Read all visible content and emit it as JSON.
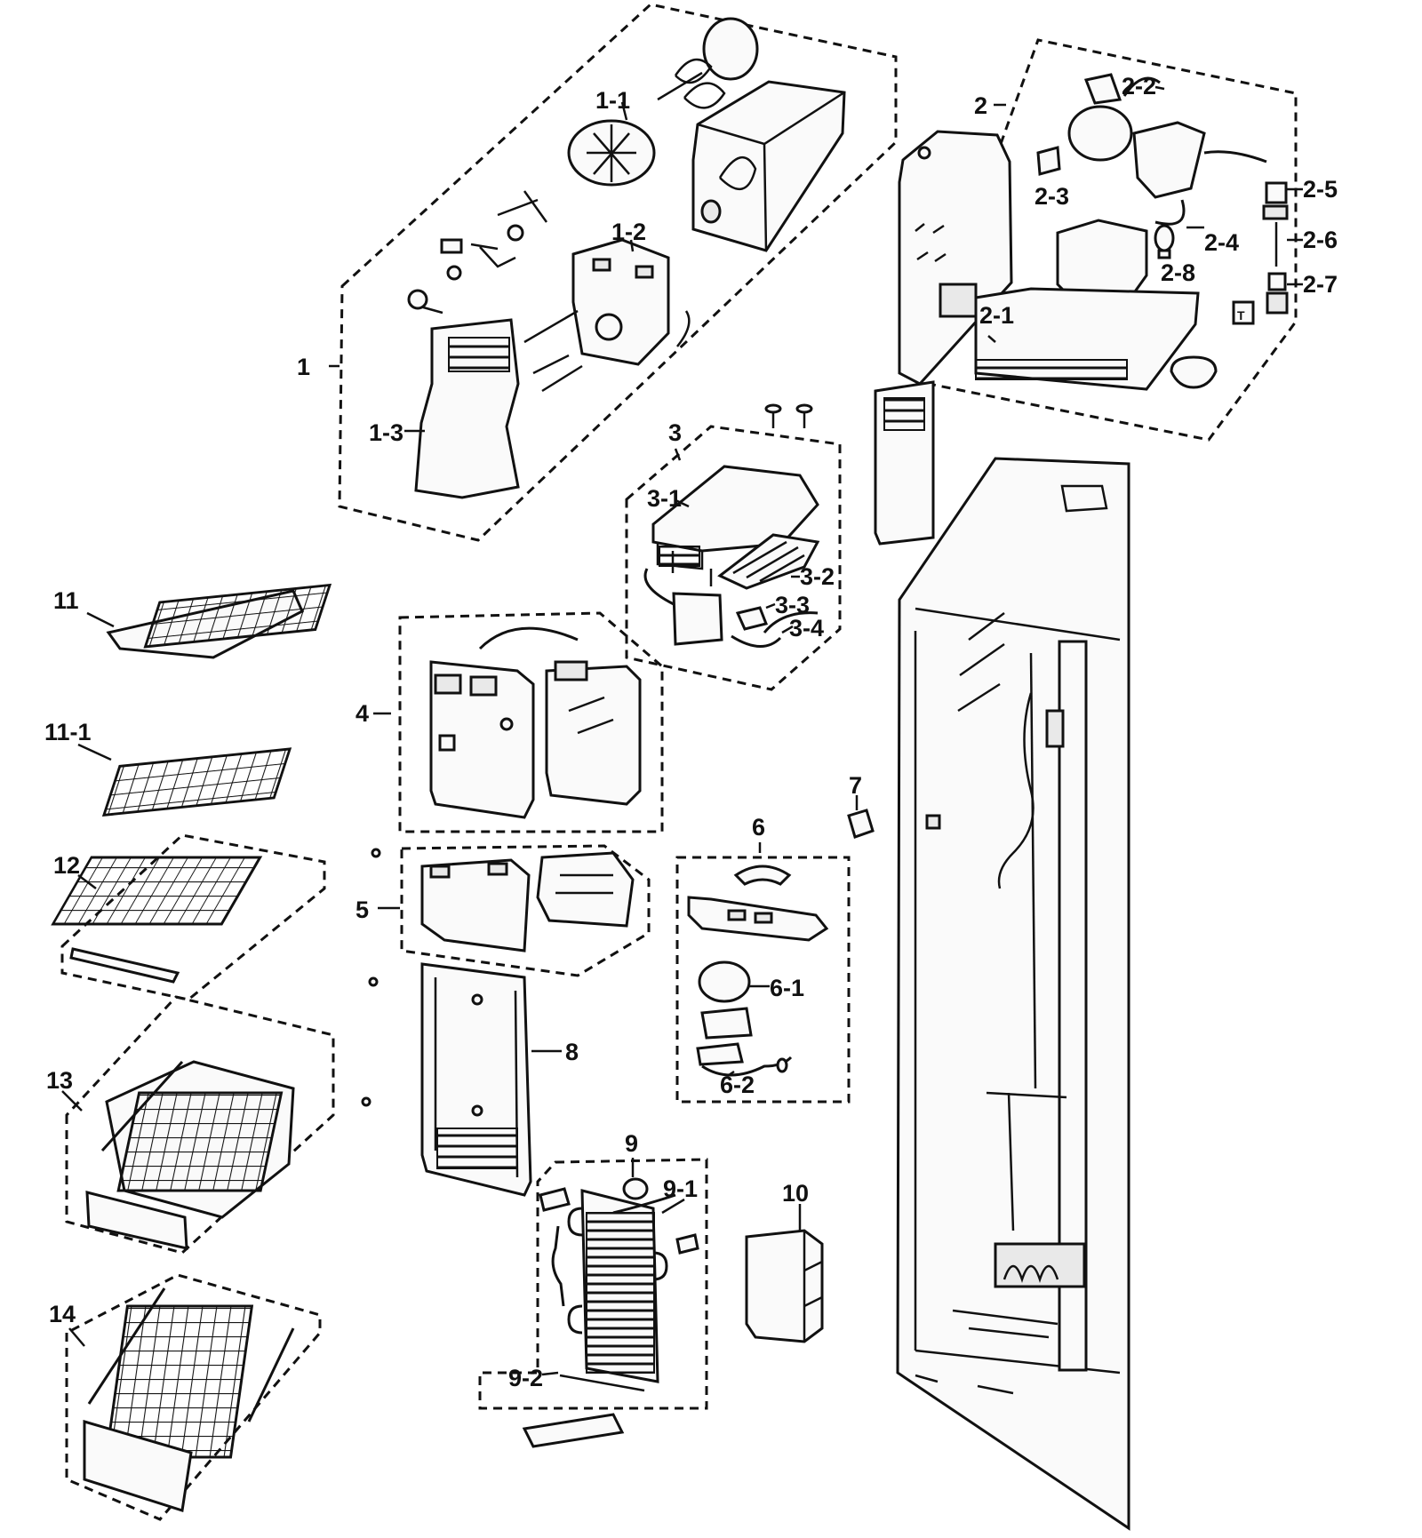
{
  "callouts": {
    "c1": "1",
    "c1_1": "1-1",
    "c1_2": "1-2",
    "c1_3": "1-3",
    "c2": "2",
    "c2_1": "2-1",
    "c2_2": "2-2",
    "c2_3": "2-3",
    "c2_4": "2-4",
    "c2_5": "2-5",
    "c2_6": "2-6",
    "c2_7": "2-7",
    "c2_8": "2-8",
    "c3": "3",
    "c3_1": "3-1",
    "c3_2": "3-2",
    "c3_3": "3-3",
    "c3_4": "3-4",
    "c4": "4",
    "c5": "5",
    "c6": "6",
    "c6_1": "6-1",
    "c6_2": "6-2",
    "c7": "7",
    "c8": "8",
    "c9": "9",
    "c9_1": "9-1",
    "c9_2": "9-2",
    "c10": "10",
    "c11": "11",
    "c11_1": "11-1",
    "c12": "12",
    "c13": "13",
    "c14": "14"
  },
  "colors": {
    "ink": "#111111",
    "paper": "#ffffff"
  }
}
